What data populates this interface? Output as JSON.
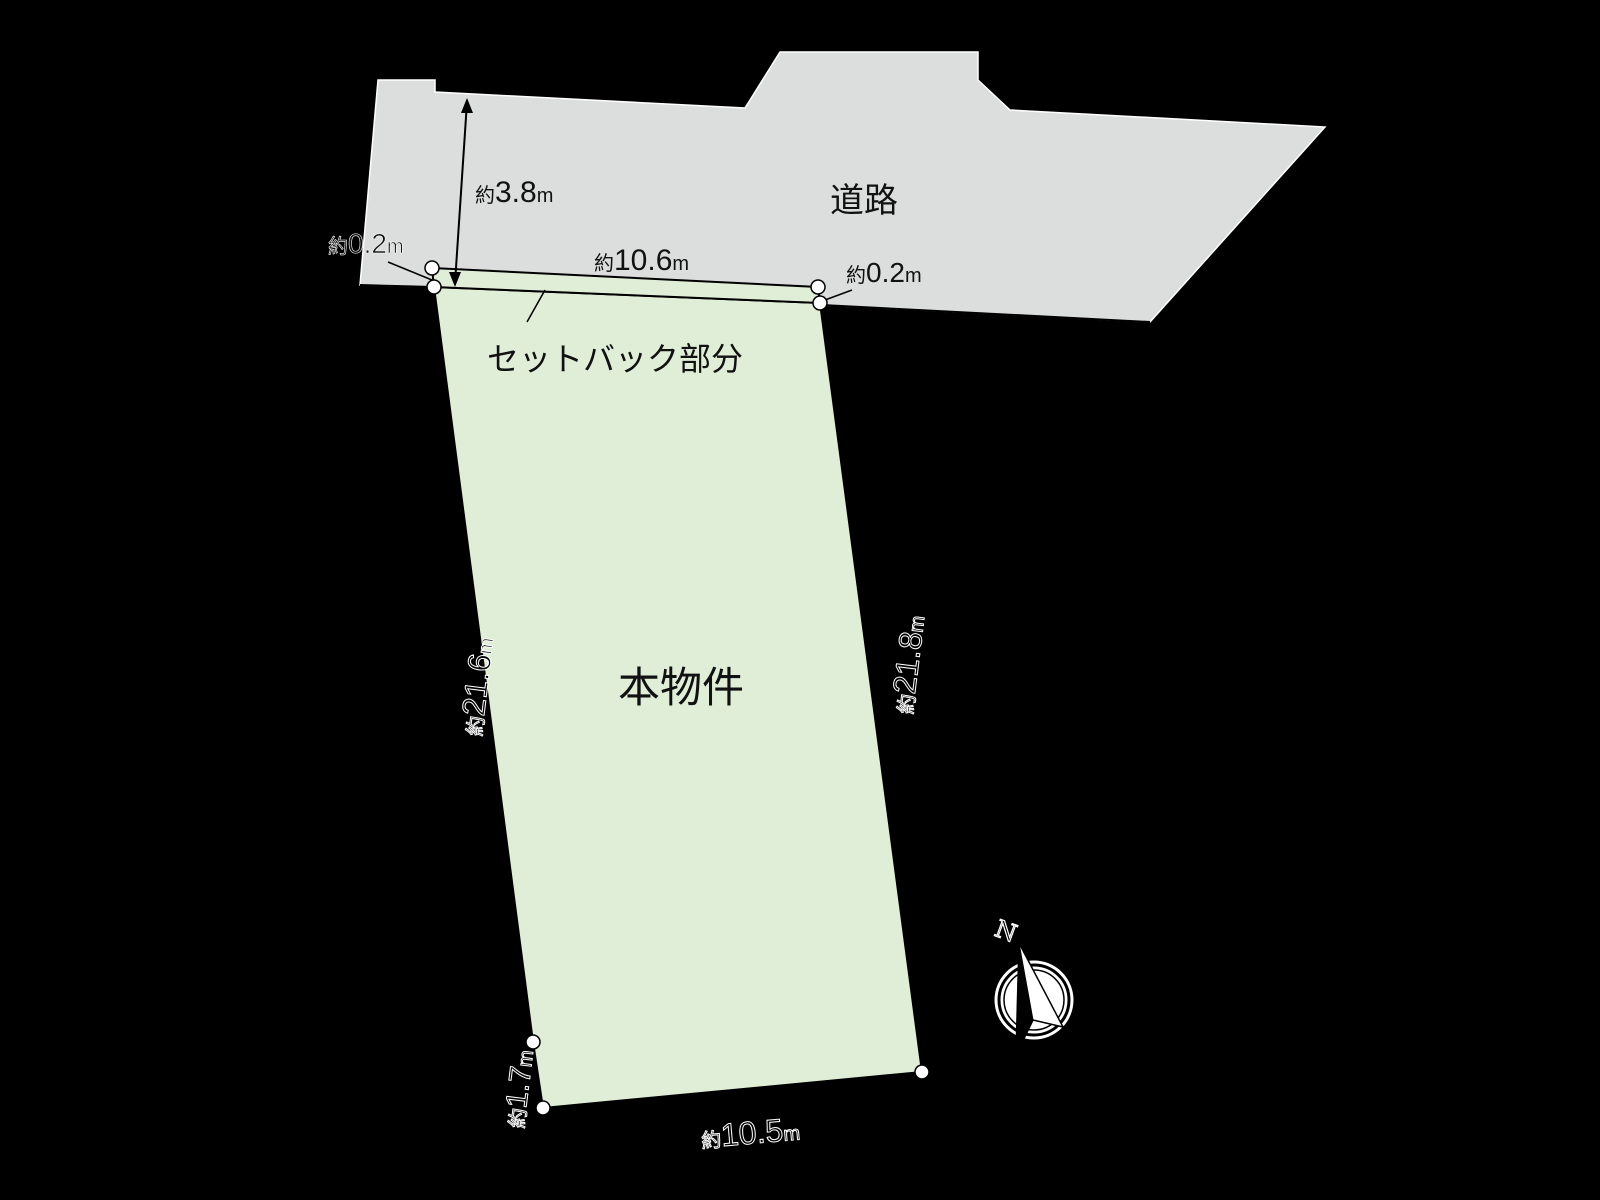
{
  "colors": {
    "background": "#000000",
    "road_fill": "#dcdddd",
    "lot_fill": "#e0eed8",
    "line": "#000000",
    "marker_fill": "#ffffff"
  },
  "road": {
    "label": "道路",
    "width_label_prefix": "約",
    "width_label_value": "3.8",
    "width_label_unit": "m"
  },
  "setback": {
    "label": "セットバック部分",
    "left_offset_prefix": "約",
    "left_offset_value": "0.2",
    "left_offset_unit": "m",
    "right_offset_prefix": "約",
    "right_offset_value": "0.2",
    "right_offset_unit": "m"
  },
  "lot": {
    "label": "本物件",
    "frontage_prefix": "約",
    "frontage_value": "10.6",
    "frontage_unit": "m",
    "left_side_prefix": "約",
    "left_side_value": "21.6",
    "left_side_unit": "m",
    "right_side_prefix": "約",
    "right_side_value": "21.8",
    "right_side_unit": "m",
    "rear_prefix": "約",
    "rear_value": "10.5",
    "rear_unit": "m",
    "corner_prefix": "約",
    "corner_value": "1.7",
    "corner_unit": "m"
  },
  "compass": {
    "north_label": "N",
    "icon": "north-arrow-icon"
  }
}
